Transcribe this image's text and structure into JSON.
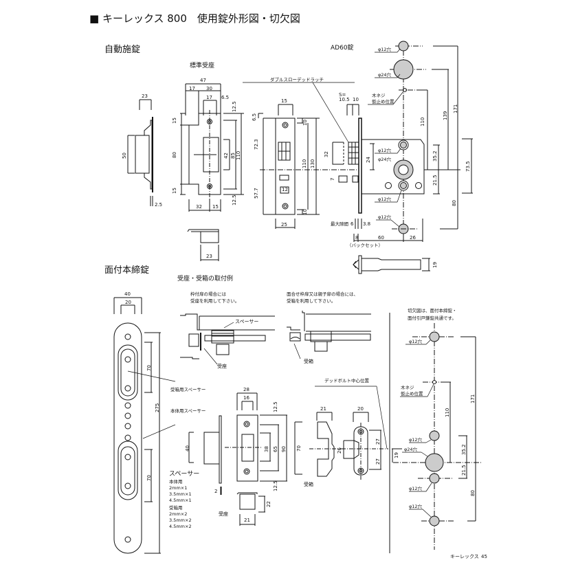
{
  "title": "■ キーレックス 800　使用錠外形図・切欠図",
  "sections": {
    "auto_lock": {
      "heading": "自動施錠",
      "standard_strike_label": "標準受座",
      "model_label": "AD60錠",
      "latch_label": "ダブルスローデッドラッチ",
      "backset_label": "（バックセット）",
      "max_gap_label": "最大隙間",
      "screw_label_1": "木ネジ",
      "screw_label_2": "仮止め位置",
      "hole12": "φ12穴",
      "hole24": "φ24穴",
      "s_label": "S=",
      "dims": {
        "strike_side_width": "23",
        "strike_side_height": "50",
        "strike_side_thick": "2.5",
        "strike_total_width": "47",
        "strike_w17": "17",
        "strike_w30": "30",
        "strike_inner17": "17",
        "strike_6_5": "6.5",
        "strike_12_5_top": "12.5",
        "strike_12_5_bot": "12.5",
        "strike_15_top": "15",
        "strike_15_bot": "15",
        "strike_80": "80",
        "strike_42": "42",
        "strike_85": "85",
        "strike_110": "110",
        "strike_32": "32",
        "strike_15": "15",
        "strike_box_23": "23",
        "face_15": "15",
        "face_6_5": "6.5",
        "face_72_3": "72.3",
        "face_57_7": "57.7",
        "face_10_top": "10",
        "face_10_bot": "10",
        "face_110": "110",
        "face_130": "130",
        "face_12": "12",
        "face_25": "25",
        "latch_10_5": "10.5",
        "latch_10": "10",
        "latch_32": "32",
        "latch_24": "24",
        "latch_7": "7",
        "gap_6": "6",
        "gap_3_8": "3.8",
        "base_8": "8",
        "backset_60": "60",
        "base_26": "26",
        "d_110": "110",
        "d_139": "139",
        "d_171": "171",
        "d_35_2": "35.2",
        "d_21_5": "21.5",
        "d_73_5": "73.5",
        "d_80": "80",
        "bolt_19": "19"
      }
    },
    "surface_lock": {
      "heading": "面付本締錠",
      "mount_example_label": "受座・受箱の取付例",
      "note_left_1": "枠付扉の場合には",
      "note_left_2": "受座を利用して下さい。",
      "note_right_1": "面合せ枠扉又は親子扉の場合には、",
      "note_right_2": "受箱を利用して下さい。",
      "spacer_label": "スペーサー",
      "strike_label": "受座",
      "box_label": "受箱",
      "box_spacer_label": "受箱用スペーサー",
      "body_spacer_label": "本体用スペーサー",
      "deadbolt_center_label": "デッドボルト中心位置",
      "cutout_note_1": "切欠図は、面付本締錠・",
      "cutout_note_2": "面付引戸鎌錠共通です。",
      "spacer_list_title": "スペーサー",
      "spacer_body_title": "本体用",
      "spacer_body_items": [
        "2mm×1",
        "3.5mm×1",
        "4.5mm×1"
      ],
      "spacer_box_title": "受箱用",
      "spacer_box_items": [
        "2mm×2",
        "3.5mm×2",
        "4.5mm×2"
      ],
      "screw_label_1": "木ネジ",
      "screw_label_2": "仮止め位置",
      "hole12": "φ12穴",
      "hole24": "φ24穴",
      "dims": {
        "plate_40": "40",
        "plate_20": "20",
        "plate_70_top": "70",
        "plate_70_bot": "70",
        "plate_275": "275",
        "bolt_40": "40",
        "bolt_2": "2",
        "strike_28": "28",
        "strike_16": "16",
        "strike_12_5_top": "12.5",
        "strike_12_5_bot": "12.5",
        "strike_38": "38",
        "strike_65": "65",
        "strike_90": "90",
        "strike_22": "22",
        "strike_21": "21",
        "box_70": "70",
        "box_21": "21",
        "box_26": "26",
        "box_20": "20",
        "box_27_top": "27",
        "box_27_bot": "27",
        "cut_19": "19",
        "cut_110": "110",
        "cut_171": "171",
        "cut_35_2": "35.2",
        "cut_21_5": "21.5",
        "cut_80": "80"
      }
    }
  },
  "footer": {
    "brand": "キーレックス",
    "page": "45"
  }
}
